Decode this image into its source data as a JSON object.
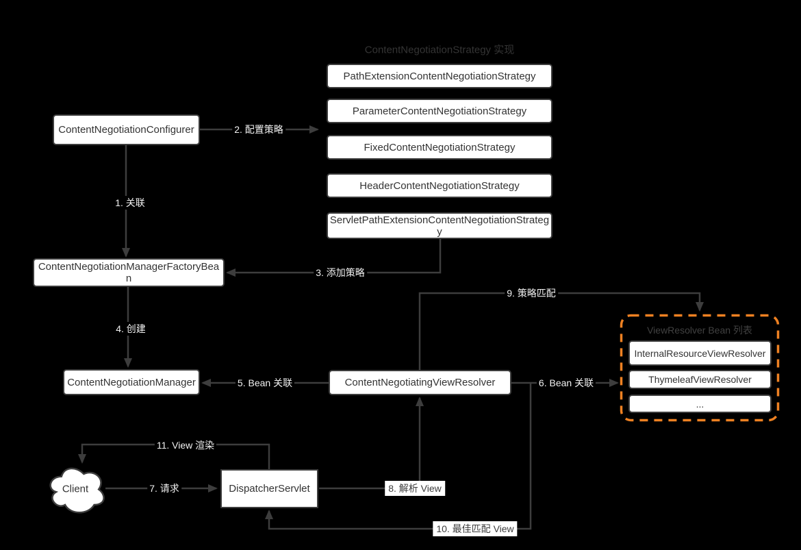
{
  "colors": {
    "background": "#000000",
    "line": "#3d3d3d",
    "node-fill": "#ffffff",
    "node-border": "#3d3d3d",
    "node-text": "#333333",
    "dim-title": "#343434",
    "list-title": "#414141",
    "accent-orange": "#ee8122",
    "label-light-text": "#f2f2f2",
    "label-dark-text": "#3d3d3d"
  },
  "diagram": {
    "strategy_group_title": "ContentNegotiationStrategy 实现",
    "strategies": [
      "PathExtensionContentNegotiationStrategy",
      "ParameterContentNegotiationStrategy",
      "FixedContentNegotiationStrategy",
      "HeaderContentNegotiationStrategy",
      "ServletPathExtensionContentNegotiationStrategy"
    ],
    "nodes": {
      "configurer": "ContentNegotiationConfigurer",
      "factory_bean": "ContentNegotiationManagerFactoryBean",
      "manager": "ContentNegotiationManager",
      "negotiating_view_resolver": "ContentNegotiatingViewResolver",
      "dispatcher_servlet": "DispatcherServlet",
      "client": "Client"
    },
    "resolver_list": {
      "title": "ViewResolver Bean 列表",
      "items": [
        "InternalResourceViewResolver",
        "ThymeleafViewResolver",
        "..."
      ]
    },
    "edge_labels": {
      "relate": "1. 关联",
      "configure_strategy": "2. 配置策略",
      "add_strategy": "3. 添加策略",
      "create": "4. 创建",
      "bean_relate_left": "5. Bean 关联",
      "bean_relate_right": "6. Bean 关联",
      "request": "7. 请求",
      "resolve_view": "8. 解析 View",
      "strategy_match": "9. 策略匹配",
      "best_match_view": "10. 最佳匹配 View",
      "view_render": "11. View 渲染"
    }
  }
}
